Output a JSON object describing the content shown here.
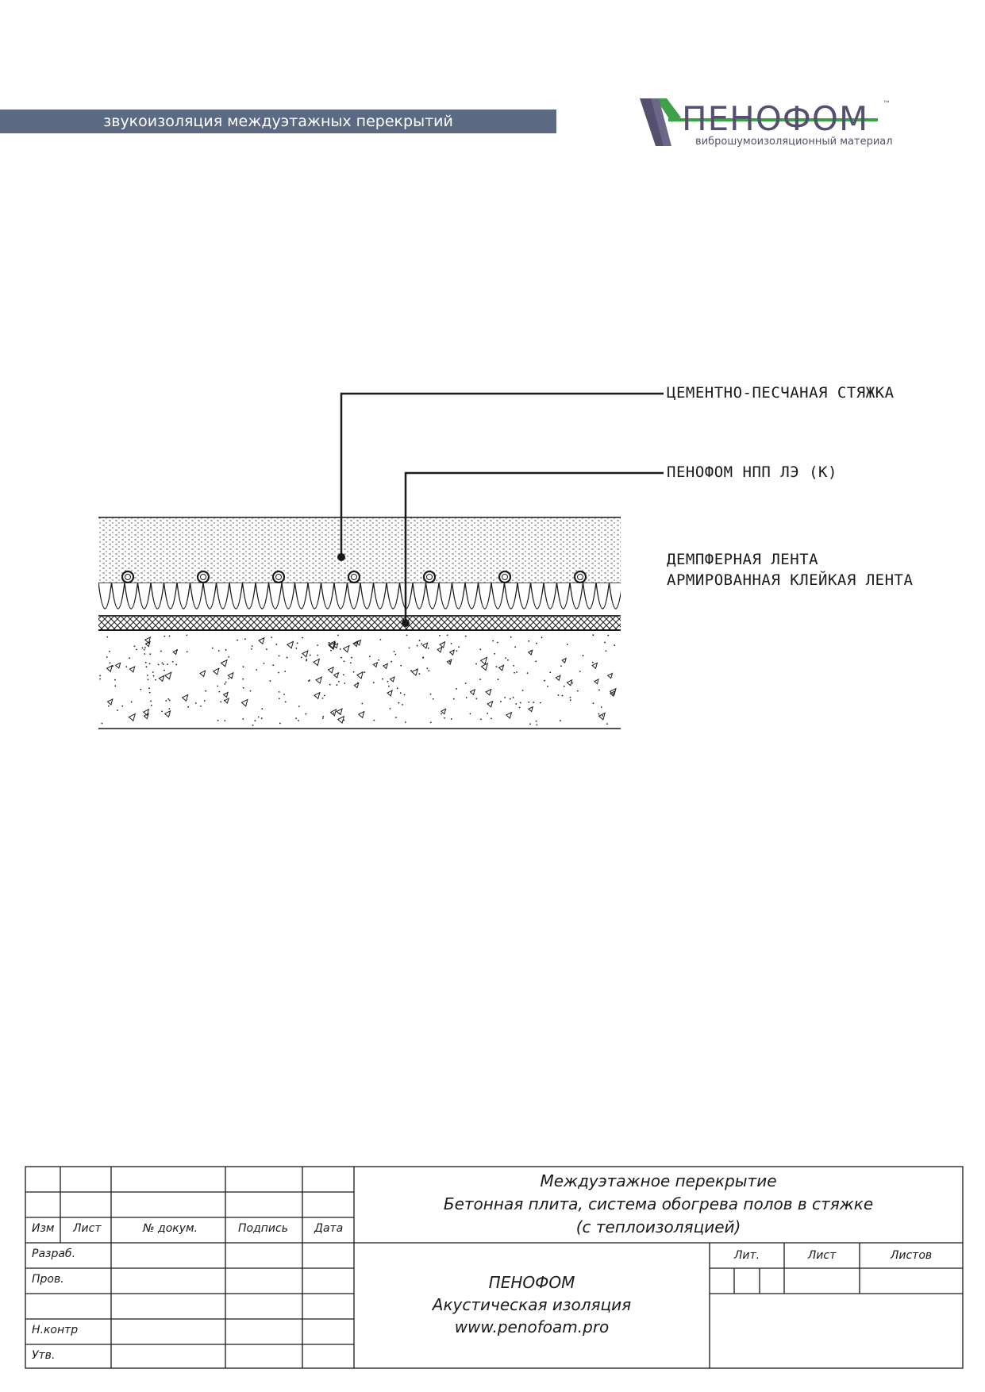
{
  "header": {
    "banner_text": "звукоизоляция междуэтажных перекрытий",
    "logo_word": "ПЕНОФОМ",
    "logo_tm": "™",
    "logo_subtitle": "виброшумоизоляционный материал"
  },
  "colors": {
    "banner": "#5b6a82",
    "logo_purple": "#55506e",
    "logo_green": "#3fa04a",
    "line": "#1a1a1a"
  },
  "diagram": {
    "callouts": {
      "screed": "ЦЕМЕНТНО-ПЕСЧАНАЯ СТЯЖКА",
      "penofom": "ПЕНОФОМ НПП ЛЭ (К)",
      "damper_tape": "ДЕМПФЕРНАЯ ЛЕНТА",
      "reinforced_tape": "АРМИРОВАННАЯ КЛЕЙКАЯ ЛЕНТА"
    }
  },
  "title_block": {
    "headers": {
      "izm": "Изм",
      "list": "Лист",
      "doc_no": "№ докум.",
      "signature": "Подпись",
      "date": "Дата"
    },
    "roles": [
      "Разраб.",
      "Пров.",
      "",
      "Н.контр",
      "Утв."
    ],
    "title_lines": [
      "Междуэтажное перекрытие",
      "Бетонная плита, система обогрева полов в стяжке",
      "(с теплоизоляцией)"
    ],
    "org_lines": [
      "ПЕНОФОМ",
      "Акустическая изоляция",
      "www.penofoam.pro"
    ],
    "lit": "Лит.",
    "sheet": "Лист",
    "sheets": "Листов"
  }
}
